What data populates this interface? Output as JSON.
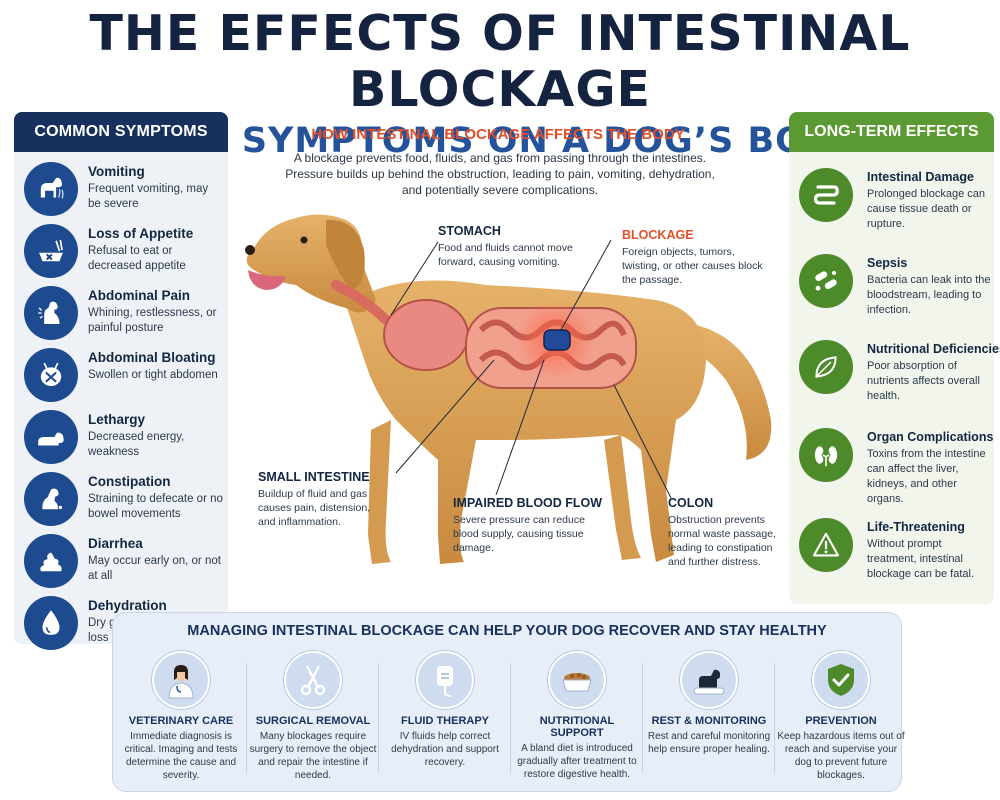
{
  "header": {
    "title_line1": "THE EFFECTS OF INTESTINAL BLOCKAGE",
    "title_line2": "AND SYMPTOMS ON A DOG’S BODY"
  },
  "symptoms": {
    "heading": "COMMON SYMPTOMS",
    "items": [
      {
        "title": "Vomiting",
        "desc": "Frequent vomiting, may be severe",
        "icon": "vomiting-dog-icon"
      },
      {
        "title": "Loss of Appetite",
        "desc": "Refusal to eat or decreased appetite",
        "icon": "food-bowl-icon"
      },
      {
        "title": "Abdominal Pain",
        "desc": "Whining, restlessness, or painful posture",
        "icon": "sitting-dog-icon"
      },
      {
        "title": "Abdominal Bloating",
        "desc": "Swollen or tight abdomen",
        "icon": "bloated-belly-icon"
      },
      {
        "title": "Lethargy",
        "desc": "Decreased energy, weakness",
        "icon": "lying-dog-icon"
      },
      {
        "title": "Constipation",
        "desc": "Straining to defecate or no bowel movements",
        "icon": "straining-dog-icon"
      },
      {
        "title": "Diarrhea",
        "desc": "May occur early on, or not at all",
        "icon": "stool-icon"
      },
      {
        "title": "Dehydration",
        "desc": "Dry gums, sunken eyes, loss of skin elasticity",
        "icon": "water-drop-icon"
      }
    ]
  },
  "center": {
    "heading": "HOW INTESTINAL BLOCKAGE AFFECTS THE BODY",
    "desc": "A blockage prevents food, fluids, and gas from passing through the intestines. Pressure builds up behind the obstruction, leading to pain, vomiting, dehydration, and potentially severe complications.",
    "labels": {
      "stomach": {
        "title": "STOMACH",
        "desc": "Food and fluids cannot move forward, causing vomiting."
      },
      "blockage": {
        "title": "BLOCKAGE",
        "desc": "Foreign objects, tumors, twisting, or other causes block the passage."
      },
      "small_intestine": {
        "title": "SMALL INTESTINE",
        "desc": "Buildup of fluid and gas causes pain, distension, and inflammation."
      },
      "blood_flow": {
        "title": "IMPAIRED BLOOD FLOW",
        "desc": "Severe pressure can reduce blood supply, causing tissue damage."
      },
      "colon": {
        "title": "COLON",
        "desc": "Obstruction prevents normal waste passage, leading to constipation and further distress."
      }
    }
  },
  "effects": {
    "heading": "LONG-TERM EFFECTS",
    "items": [
      {
        "title": "Intestinal Damage",
        "desc": "Prolonged blockage can cause tissue death or rupture.",
        "icon": "intestine-icon"
      },
      {
        "title": "Sepsis",
        "desc": "Bacteria can leak into the bloodstream, leading to infection.",
        "icon": "bacteria-icon"
      },
      {
        "title": "Nutritional Deficiencies",
        "desc": "Poor absorption of nutrients affects overall health.",
        "icon": "leaf-icon"
      },
      {
        "title": "Organ Complications",
        "desc": "Toxins from the intestine can affect the liver, kidneys, and other organs.",
        "icon": "kidneys-icon"
      },
      {
        "title": "Life-Threatening",
        "desc": "Without prompt treatment, intestinal blockage can be fatal.",
        "icon": "warning-icon"
      }
    ]
  },
  "management": {
    "heading": "MANAGING INTESTINAL BLOCKAGE CAN HELP YOUR DOG RECOVER AND STAY HEALTHY",
    "cards": [
      {
        "title": "VETERINARY CARE",
        "desc": "Immediate diagnosis is critical. Imaging and tests determine the cause and severity.",
        "icon": "veterinarian-icon"
      },
      {
        "title": "SURGICAL REMOVAL",
        "desc": "Many blockages require surgery to remove the object and repair the intestine if needed.",
        "icon": "scissors-icon"
      },
      {
        "title": "FLUID THERAPY",
        "desc": "IV fluids help correct dehydration and support recovery.",
        "icon": "iv-bag-icon"
      },
      {
        "title": "NUTRITIONAL SUPPORT",
        "desc": "A bland diet is introduced gradually after treatment to restore digestive health.",
        "icon": "dog-food-bowl-icon"
      },
      {
        "title": "REST & MONITORING",
        "desc": "Rest and careful monitoring help ensure proper healing.",
        "icon": "resting-dog-icon"
      },
      {
        "title": "PREVENTION",
        "desc": "Keep hazardous items out of reach and supervise your dog to prevent future blockages.",
        "icon": "shield-check-icon"
      }
    ]
  },
  "colors": {
    "navy": "#17305e",
    "blue": "#24539b",
    "orange": "#e2502a",
    "green": "#5b9a32"
  }
}
